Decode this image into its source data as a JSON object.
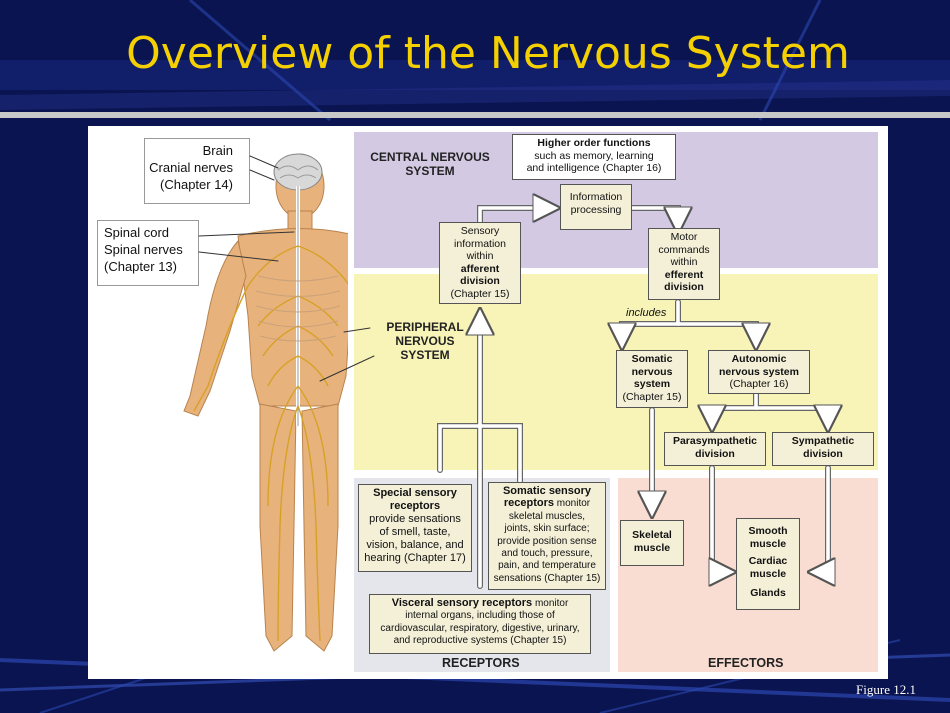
{
  "slide": {
    "title": "Overview of the Nervous System",
    "figure_credit": "Figure 12.1",
    "colors": {
      "background": "#0a1450",
      "title": "#f5d000",
      "cns": "#d3c9e3",
      "pns": "#f8f4b8",
      "receptors": "#e4e6ec",
      "effectors": "#f9ddd2"
    }
  },
  "figure": {
    "labels": {
      "brain": "Brain",
      "cranial_nerves": "Cranial nerves",
      "chapter14": "(Chapter 14)",
      "spinal_cord": "Spinal cord",
      "spinal_nerves": "Spinal nerves",
      "chapter13": "(Chapter 13)",
      "pns_line1": "PERIPHERAL",
      "pns_line2": "NERVOUS",
      "pns_line3": "SYSTEM"
    },
    "cns": {
      "line1": "CENTRAL NERVOUS",
      "line2": "SYSTEM",
      "higher_title": "Higher order functions",
      "higher_line2": "such as memory, learning",
      "higher_line3": "and intelligence (Chapter 16)",
      "info_line1": "Information",
      "info_line2": "processing"
    },
    "sensory": {
      "line1": "Sensory",
      "line2": "information",
      "line3": "within",
      "line4": "afferent",
      "line5": "division",
      "line6": "(Chapter 15)"
    },
    "motor": {
      "line1": "Motor",
      "line2": "commands",
      "line3": "within",
      "line4": "efferent",
      "line5": "division"
    },
    "includes": "includes",
    "somatic": {
      "line1": "Somatic",
      "line2": "nervous",
      "line3": "system",
      "line4": "(Chapter 15)"
    },
    "autonomic": {
      "line1": "Autonomic",
      "line2": "nervous system",
      "line3": "(Chapter 16)"
    },
    "parasympathetic": {
      "line1": "Parasympathetic",
      "line2": "division"
    },
    "sympathetic": {
      "line1": "Sympathetic",
      "line2": "division"
    },
    "special": {
      "title1": "Special sensory",
      "title2": "receptors",
      "line3": "provide sensations",
      "line4": "of smell, taste,",
      "line5": "vision, balance, and",
      "line6": "hearing (Chapter 17)"
    },
    "somatic_receptors": {
      "title1": "Somatic sensory",
      "title2": "receptors",
      "title2_rest": "monitor",
      "line3": "skeletal muscles,",
      "line4": "joints, skin surface;",
      "line5": "provide position sense",
      "line6": "and touch, pressure,",
      "line7": "pain, and temperature",
      "line8": "sensations (Chapter 15)"
    },
    "visceral": {
      "title": "Visceral sensory receptors",
      "title_rest": "monitor",
      "line2": "internal organs, including those of",
      "line3": "cardiovascular, respiratory, digestive, urinary,",
      "line4": "and reproductive systems (Chapter 15)"
    },
    "skeletal": {
      "line1": "Skeletal",
      "line2": "muscle"
    },
    "smooth": {
      "line1": "Smooth",
      "line2": "muscle",
      "line3": "Cardiac",
      "line4": "muscle",
      "line5": "Glands"
    },
    "receptors_caption": "RECEPTORS",
    "effectors_caption": "EFFECTORS"
  }
}
